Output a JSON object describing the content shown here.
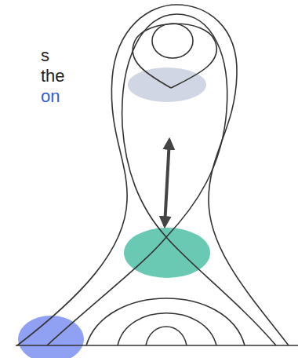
{
  "diagram": {
    "labels": [
      "s",
      "the",
      "on"
    ]
  }
}
